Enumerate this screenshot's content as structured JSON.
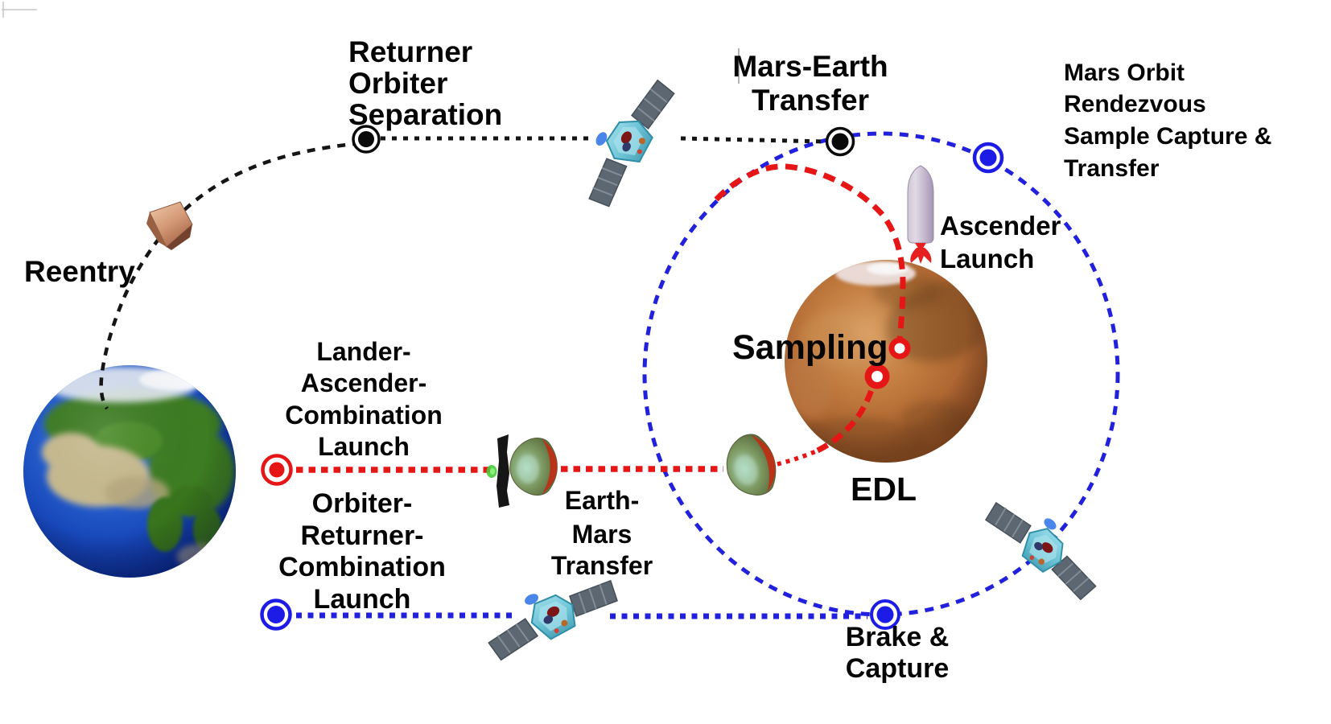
{
  "diagram": {
    "background": "#ffffff",
    "labels": {
      "returner_orbiter_separation": {
        "lines": [
          "Returner",
          "Orbiter",
          "Separation"
        ]
      },
      "mars_earth_transfer": {
        "lines": [
          "Mars-Earth",
          "Transfer"
        ]
      },
      "mars_orbit_rendezvous": {
        "lines": [
          "Mars Orbit",
          "Rendezvous",
          "Sample Capture &",
          "Transfer"
        ]
      },
      "reentry": {
        "text": "Reentry"
      },
      "ascender_launch": {
        "lines": [
          "Ascender",
          "Launch"
        ]
      },
      "sampling": {
        "text": "Sampling"
      },
      "lander_ascender_combination_launch": {
        "lines": [
          "Lander-",
          "Ascender-",
          "Combination",
          "Launch"
        ]
      },
      "orbiter_returner_combination_launch": {
        "lines": [
          "Orbiter-",
          "Returner-",
          "Combination",
          "Launch"
        ]
      },
      "earth_mars_transfer": {
        "lines": [
          "Earth-",
          "Mars",
          "Transfer"
        ]
      },
      "edl": {
        "text": "EDL"
      },
      "brake_capture": {
        "lines": [
          "Brake &",
          "Capture"
        ]
      }
    },
    "colors": {
      "return_trajectory": "#151515",
      "lander_trajectory": "#e61616",
      "orbiter_trajectory": "#2121dd",
      "node_blue": "#1c1ce6",
      "node_red": "#e61616",
      "node_black": "#0a0a0a",
      "text": "#050505"
    },
    "nodes": [
      {
        "name": "returner-orbiter-separation-node",
        "color": "#0a0a0a"
      },
      {
        "name": "mars-earth-transfer-node",
        "color": "#0a0a0a"
      },
      {
        "name": "mars-orbit-rendezvous-node",
        "color": "#1c1ce6"
      },
      {
        "name": "brake-capture-node",
        "color": "#1c1ce6"
      },
      {
        "name": "lander-ascender-launch-node",
        "color": "#e61616"
      },
      {
        "name": "orbiter-returner-launch-node",
        "color": "#1c1ce6"
      },
      {
        "name": "sampling-site-node-upper",
        "color": "#e61616"
      },
      {
        "name": "sampling-site-node-lower",
        "color": "#e61616"
      }
    ],
    "icons": [
      {
        "name": "earth-globe"
      },
      {
        "name": "mars-globe"
      },
      {
        "name": "orbiter-satellite-icon",
        "count": 3
      },
      {
        "name": "reentry-capsule-icon"
      },
      {
        "name": "aeroshell-capsule-icon",
        "count": 2
      },
      {
        "name": "ascender-rocket-icon"
      }
    ]
  }
}
